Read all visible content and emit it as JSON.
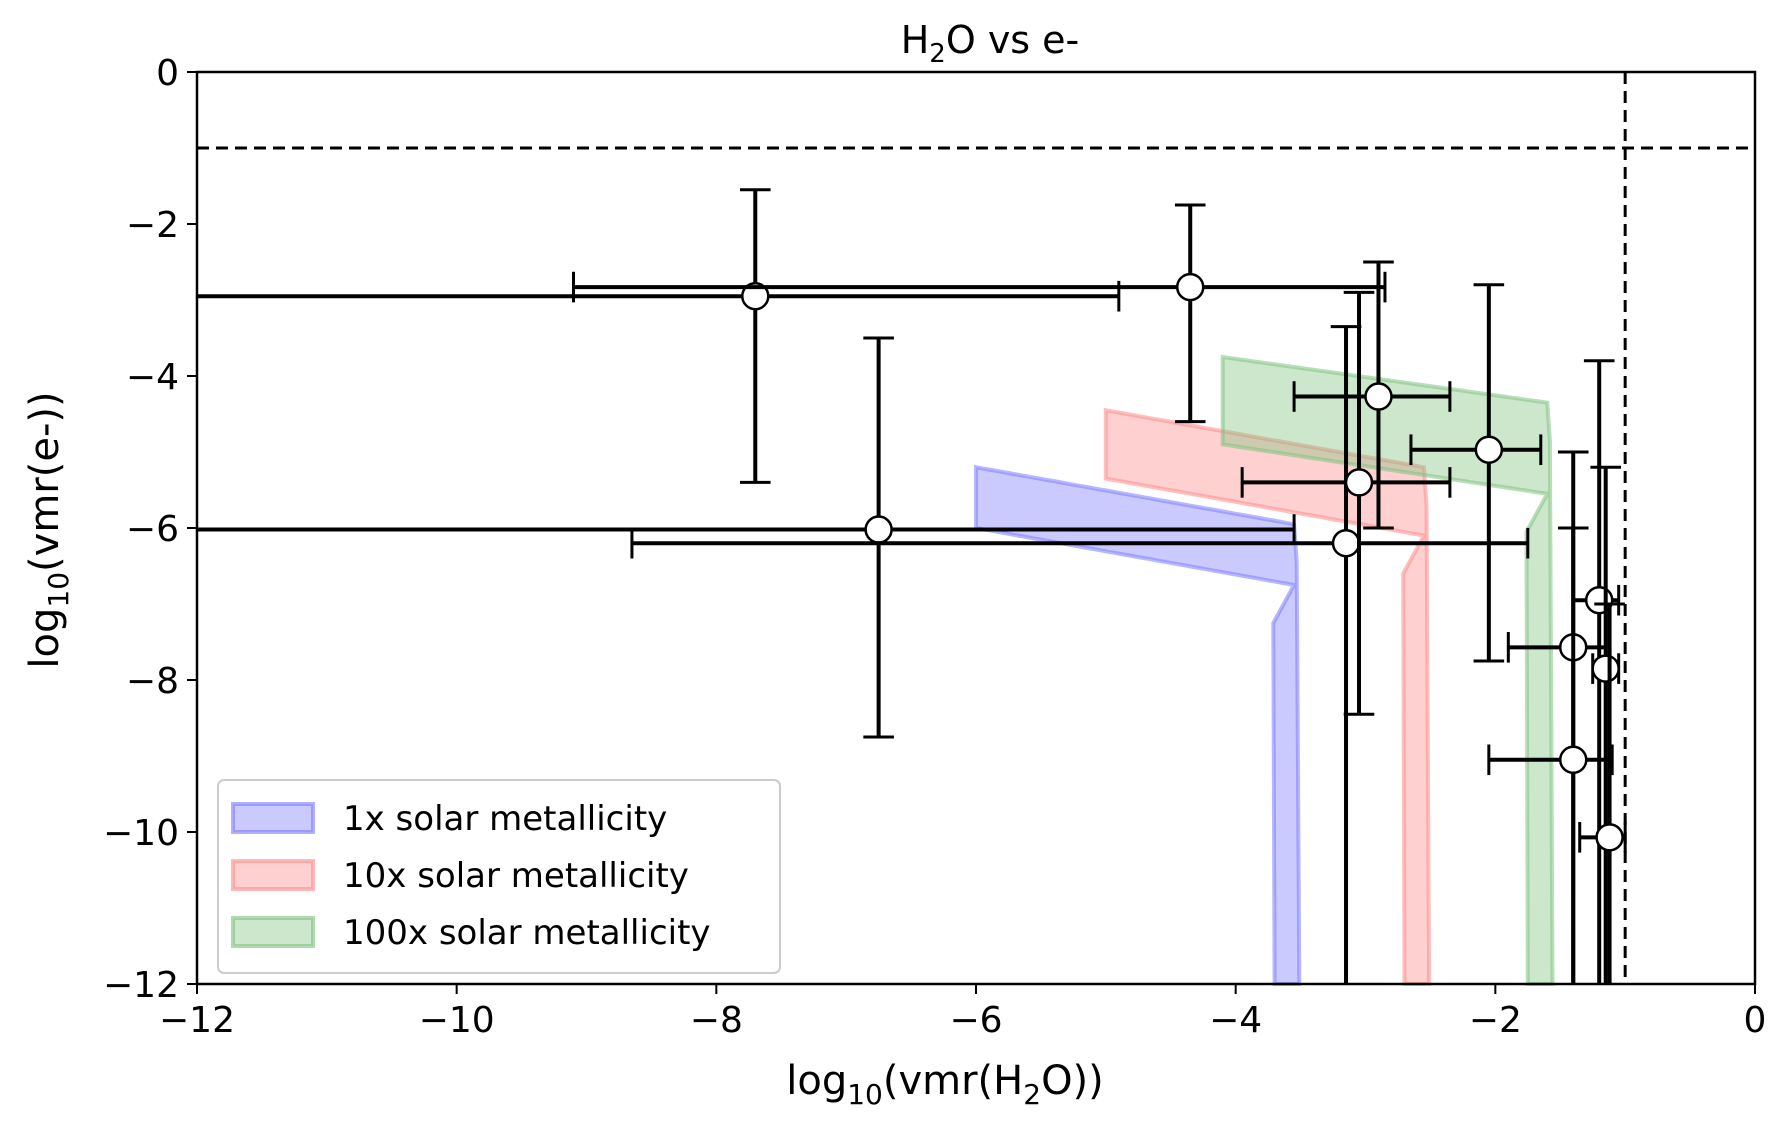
{
  "chart_data": {
    "type": "scatter",
    "title": "H₂O vs e-",
    "title_parts": {
      "main": "H",
      "sub": "2",
      "rest": "O vs e-"
    },
    "xlabel": "log₁₀(vmr(H₂O))",
    "xlabel_parts": {
      "a": "log",
      "b": "10",
      "c": "(vmr(H",
      "d": "2",
      "e": "O))"
    },
    "ylabel": "log₁₀(vmr(e-))",
    "ylabel_parts": {
      "a": "log",
      "b": "10",
      "c": "(vmr(e-))"
    },
    "xlim": [
      -12,
      0
    ],
    "ylim": [
      -12,
      0
    ],
    "xticks": [
      -12,
      -10,
      -8,
      -6,
      -4,
      -2,
      0
    ],
    "yticks": [
      0,
      -2,
      -4,
      -6,
      -8,
      -10,
      -12
    ],
    "xtick_labels": [
      "−12",
      "−10",
      "−8",
      "−6",
      "−4",
      "−2",
      "0"
    ],
    "ytick_labels": [
      "0",
      "−2",
      "−4",
      "−6",
      "−8",
      "−10",
      "−12"
    ],
    "grid": false,
    "legend_position": "lower-left",
    "reference_lines": {
      "horizontal_y": -1,
      "vertical_x": -1,
      "style": "dashed"
    },
    "series": [
      {
        "name": "1x solar metallicity",
        "kind": "band",
        "color": "#7b7bff",
        "x_start": -6.0,
        "x_end": -3.55,
        "upper_start": -5.2,
        "upper_end": -5.95,
        "lower_start": -6.0,
        "lower_end": -6.75
      },
      {
        "name": "10x solar metallicity",
        "kind": "band",
        "color": "#ff8a8a",
        "x_start": -5.0,
        "x_end": -2.55,
        "upper_start": -4.45,
        "upper_end": -5.2,
        "lower_start": -5.35,
        "lower_end": -6.1
      },
      {
        "name": "100x solar metallicity",
        "kind": "band",
        "color": "#7fc27f",
        "x_start": -4.1,
        "x_end": -1.6,
        "upper_start": -3.75,
        "upper_end": -4.35,
        "lower_start": -4.9,
        "lower_end": -5.55
      }
    ],
    "points": [
      {
        "x": -7.7,
        "y": -2.95,
        "xerr_lo": -12.0,
        "xerr_hi": -4.9,
        "yerr_lo": -5.4,
        "yerr_hi": -1.55
      },
      {
        "x": -4.35,
        "y": -2.83,
        "xerr_lo": -9.1,
        "xerr_hi": -2.85,
        "yerr_lo": -4.6,
        "yerr_hi": -1.75
      },
      {
        "x": -6.75,
        "y": -6.02,
        "xerr_lo": -12.0,
        "xerr_hi": -3.55,
        "yerr_lo": -8.75,
        "yerr_hi": -3.5
      },
      {
        "x": -3.15,
        "y": -6.2,
        "xerr_lo": -8.65,
        "xerr_hi": -1.75,
        "yerr_lo": -12.0,
        "yerr_hi": -3.35
      },
      {
        "x": -2.9,
        "y": -4.27,
        "xerr_lo": -3.55,
        "xerr_hi": -2.35,
        "yerr_lo": -6.0,
        "yerr_hi": -2.5
      },
      {
        "x": -3.05,
        "y": -5.4,
        "xerr_lo": -3.95,
        "xerr_hi": -2.35,
        "yerr_lo": -8.45,
        "yerr_hi": -2.9
      },
      {
        "x": -2.05,
        "y": -4.97,
        "xerr_lo": -2.65,
        "xerr_hi": -1.65,
        "yerr_lo": -7.75,
        "yerr_hi": -2.8
      },
      {
        "x": -1.2,
        "y": -6.95,
        "xerr_lo": -1.4,
        "xerr_hi": -1.05,
        "yerr_lo": -12.0,
        "yerr_hi": -3.8
      },
      {
        "x": -1.4,
        "y": -7.57,
        "xerr_lo": -1.9,
        "xerr_hi": -1.15,
        "yerr_lo": -12.0,
        "yerr_hi": -5.0
      },
      {
        "x": -1.15,
        "y": -7.85,
        "xerr_lo": -1.25,
        "xerr_hi": -1.05,
        "yerr_lo": -12.0,
        "yerr_hi": -5.2
      },
      {
        "x": -1.4,
        "y": -9.05,
        "xerr_lo": -2.05,
        "xerr_hi": -1.1,
        "yerr_lo": -12.0,
        "yerr_hi": -6.0
      },
      {
        "x": -1.12,
        "y": -10.07,
        "xerr_lo": -1.35,
        "xerr_hi": -1.0,
        "yerr_lo": -12.0,
        "yerr_hi": -7.0
      }
    ]
  }
}
